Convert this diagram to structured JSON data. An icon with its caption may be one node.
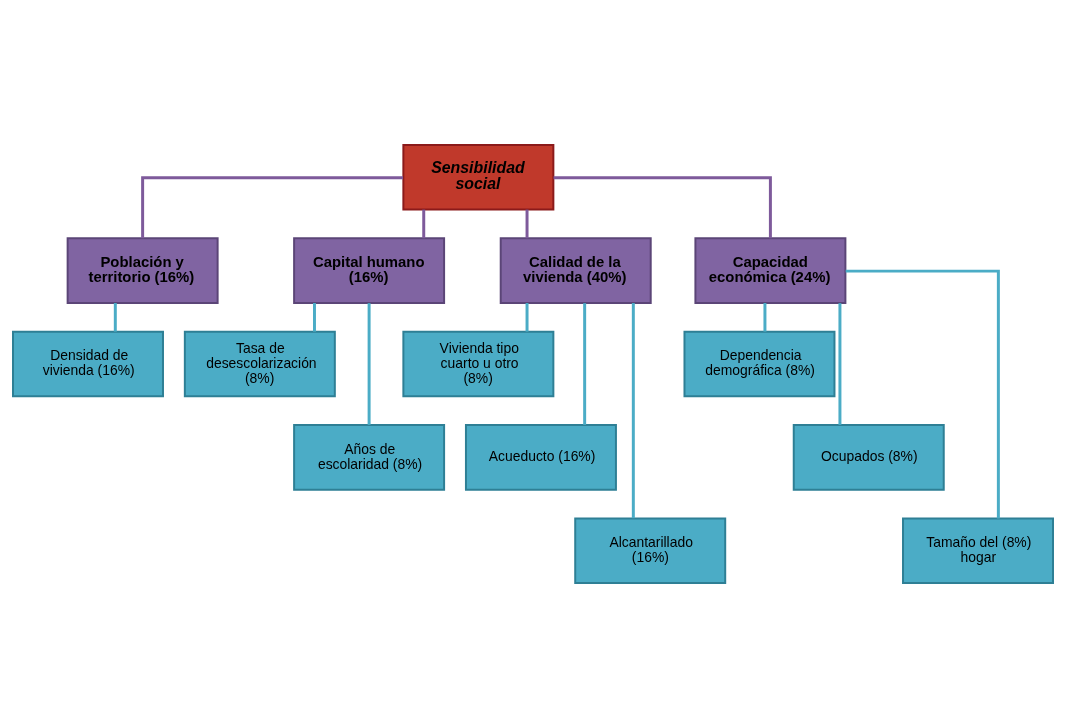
{
  "diagram": {
    "nodes": [
      {
        "text": [
          "Sensibilidad social"
        ]
      },
      {
        "text": [
          "Población y territorio (16%)"
        ]
      },
      {
        "text": [
          "Capital humano (16%)"
        ]
      },
      {
        "text": [
          "Calidad de la vivienda (40%)"
        ]
      },
      {
        "text": [
          "Capacidad económica (24%)"
        ]
      },
      {
        "text": [
          "Densidad de vivienda (16%)"
        ]
      },
      {
        "text": [
          "Tasa de desescolarización (8%)"
        ]
      },
      {
        "text": [
          "Años de escolaridad (8%)"
        ]
      },
      {
        "text": [
          "Vivienda tipo cuarto u otro (8%)"
        ]
      },
      {
        "text": [
          "Acueducto (16%)"
        ]
      },
      {
        "text": [
          "Alcantarillado (16%)"
        ]
      },
      {
        "text": [
          "Dependencia demográfica (8%)"
        ]
      },
      {
        "text": [
          "Ocupados (8%)"
        ]
      },
      {
        "text": [
          "Tamaño del (8%) hogar"
        ]
      }
    ],
    "edges": [
      {
        "from": 0,
        "to": 1,
        "arrow": "none",
        "color": "#7e5a9b"
      },
      {
        "from": 0,
        "to": 2,
        "arrow": "none",
        "color": "#7e5a9b"
      },
      {
        "from": 0,
        "to": 3,
        "arrow": "none",
        "color": "#7e5a9b"
      },
      {
        "from": 0,
        "to": 4,
        "arrow": "none",
        "color": "#7e5a9b"
      },
      {
        "from": 1,
        "to": 5,
        "arrow": "none"
      },
      {
        "from": 2,
        "to": 6,
        "arrow": "none"
      },
      {
        "from": 2,
        "to": 7,
        "arrow": "none"
      },
      {
        "from": 3,
        "to": 8,
        "arrow": "none"
      },
      {
        "from": 3,
        "to": 9,
        "arrow": "none"
      },
      {
        "from": 3,
        "to": 10,
        "arrow": "none"
      },
      {
        "from": 4,
        "to": 11,
        "arrow": "none"
      },
      {
        "from": 4,
        "to": 12,
        "arrow": "none"
      },
      {
        "from": 4,
        "to": 13,
        "arrow": "none"
      }
    ]
  }
}
